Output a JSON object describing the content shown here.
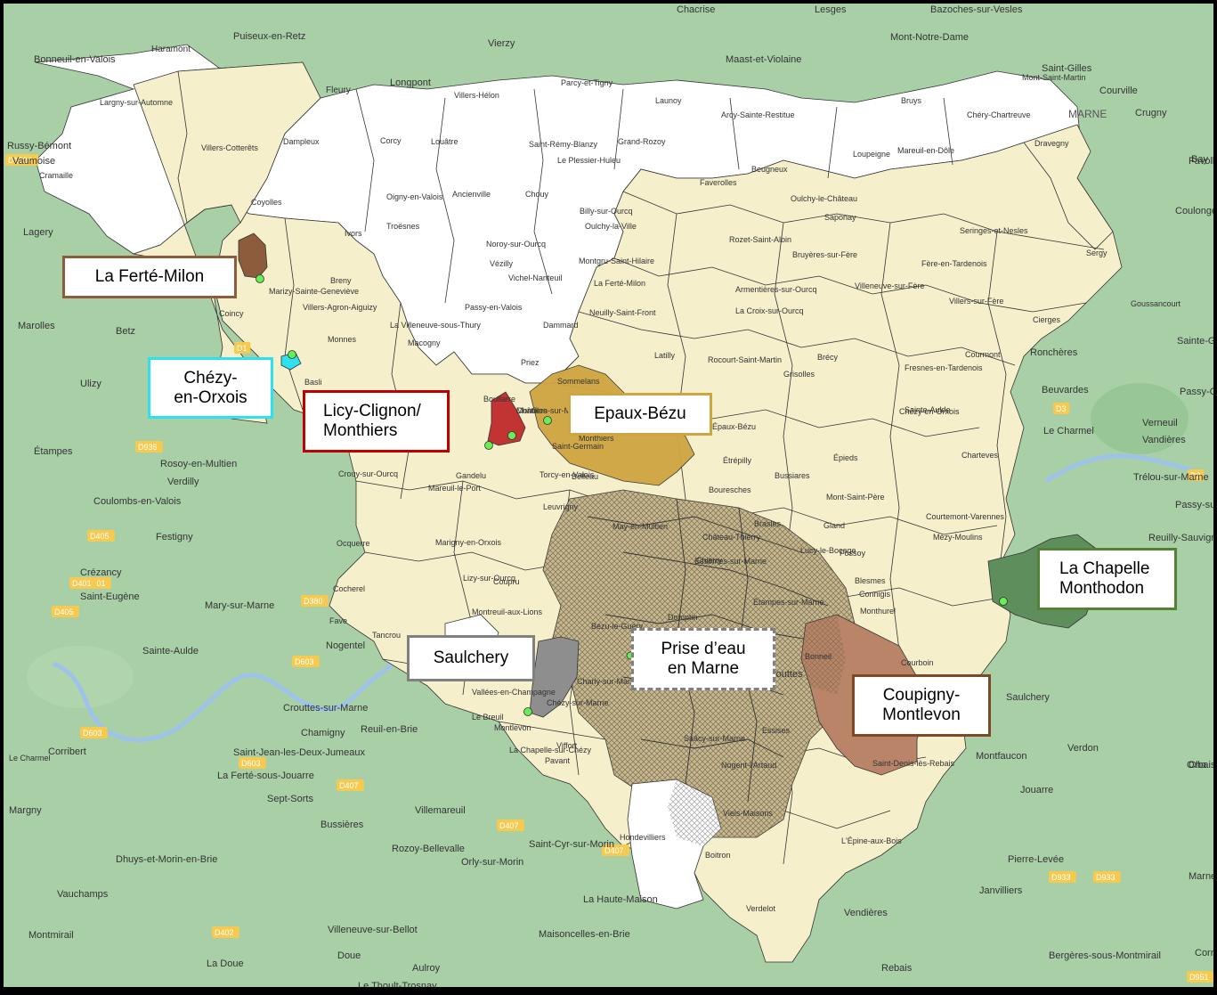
{
  "colors": {
    "background": "#a9cfa7",
    "water": "#9fc3e8",
    "outside_commune": "#ffffff",
    "study_area": "#f5efcb",
    "commune_border": "#333333",
    "hatch_zone": "#b9ab8a",
    "la_ferte_milon": "#8d5c3c",
    "chezy": "#2de2ee",
    "licy": "#c23434",
    "epaux": "#cfa542",
    "saulchery": "#8e8e8e",
    "coupigny": "#b98468",
    "la_chapelle": "#5e8e5b",
    "well": "#66ee55",
    "road_label_bg": "#f6c94f"
  },
  "callouts": [
    {
      "name": "callout-la-ferte-milon",
      "lines": [
        "La Ferté-Milon"
      ],
      "border": "#8d5c3c",
      "style": "solid"
    },
    {
      "name": "callout-chezy-en-orxois",
      "lines": [
        "Chézy-",
        "en-Orxois"
      ],
      "border": "#2de2ee",
      "style": "solid"
    },
    {
      "name": "callout-licy-clignon",
      "lines": [
        "Licy-Clignon/",
        "Monthiers"
      ],
      "border": "#c00000",
      "style": "solid"
    },
    {
      "name": "callout-epaux-bezu",
      "lines": [
        "Epaux-Bézu"
      ],
      "border": "#cfa542",
      "style": "solid"
    },
    {
      "name": "callout-saulchery",
      "lines": [
        "Saulchery"
      ],
      "border": "#808080",
      "style": "solid"
    },
    {
      "name": "callout-prise-deau",
      "lines": [
        "Prise d’eau",
        "en Marne"
      ],
      "border": "#808080",
      "style": "dashed"
    },
    {
      "name": "callout-coupigny",
      "lines": [
        "Coupigny-",
        "Montlevon"
      ],
      "border": "#7b4a26",
      "style": "solid"
    },
    {
      "name": "callout-la-chapelle",
      "lines": [
        "La Chapelle",
        "Monthodon"
      ],
      "border": "#548235",
      "style": "solid"
    }
  ],
  "labels": [
    "Chacrise",
    "Lesges",
    "Bazoches-sur-Vesles",
    "Mont-Notre-Dame",
    "Puiseux-en-Retz",
    "Vierzy",
    "Bonneuil-en-Valois",
    "Haramont",
    "Maast-et-Violaine",
    "Saint-Gilles",
    "Mont-Saint-Martin",
    "Courville",
    "Crugny",
    "Largny-sur-Automne",
    "Fleury",
    "Longpont",
    "Villers-Hélon",
    "Parcy-et-Tigny",
    "Launoy",
    "Arcy-Sainte-Restitue",
    "Bruys",
    "Chéry-Chartreuve",
    "Dravegny",
    "MARNE",
    "Russy-Bémont",
    "Vaumoise",
    "Villers-Cotterêts",
    "Dampleux",
    "Corcy",
    "Louâtre",
    "Saint-Rémy-Blanzy",
    "Grand-Rozoy",
    "Le Plessier-Huleu",
    "Loupeigne",
    "Mareuil-en-Dôle",
    "Favolles",
    "Faverolles",
    "Beugneux",
    "Cramaille",
    "Coyolles",
    "Oigny-en-Valois",
    "Ancienville",
    "Chouy",
    "Billy-sur-Ourcq",
    "Oulchy-la-Ville",
    "Oulchy-le-Château",
    "Saponay",
    "Seringes-et-Nesles",
    "Coulonges-Cohan",
    "Lagery",
    "Ivors",
    "Troësnes",
    "Noroy-sur-Ourcq",
    "Rozet-Saint-Albin",
    "Bruyères-sur-Fère",
    "Fère-en-Tardenois",
    "Sergy",
    "Vézilly",
    "Vichel-Nanteuil",
    "Montgru-Saint-Hilaire",
    "Breny",
    "Marizy-Sainte-Geneviève",
    "La Ferté-Milon",
    "Armentières-sur-Ourcq",
    "Villeneuve-sur-Fère",
    "Villers-sur-Fère",
    "Cierges",
    "Goussancourt",
    "Villers-Agron-Aiguizy",
    "Passy-en-Valois",
    "Neuilly-Saint-Front",
    "La Croix-sur-Ourcq",
    "Coincy",
    "Marolles",
    "Betz",
    "La Villeneuve-sous-Thury",
    "Macogny",
    "Monnes",
    "Dammard",
    "Latilly",
    "Rocourt-Saint-Martin",
    "Brécy",
    "Fresnes-en-Tardenois",
    "Courmont",
    "Ronchères",
    "Sainte-Gemme",
    "Ulizy",
    "Boullarre",
    "Priez",
    "Sommelans",
    "Bonnesvalyn",
    "Grisolles",
    "Beuvardes",
    "Passy-Grigny",
    "Basli",
    "Chézy-en-Orxois",
    "Le Charmel",
    "Verneuil",
    "Vandières",
    "Châtillon-sur-Marne",
    "Montiers",
    "Monthiers",
    "Épaux-Bézu",
    "Saint-Germain",
    "Étampes",
    "Rosoy-en-Multien",
    "Crouy-sur-Ourcq",
    "Gandelu",
    "Torcy-en-Valois",
    "Belleau",
    "Étrépilly",
    "Épieds",
    "Charteves",
    "Trélou-sur-Marne",
    "Mareuil-le-Port",
    "Bussiares",
    "Mont-Saint-Père",
    "Courtemont-Varennes",
    "Passy-sur-Marne",
    "Leuvrigny",
    "Bouresches",
    "Verdilly",
    "Coulombs-en-Valois",
    "May-en-Multien",
    "Château-Thierry",
    "Brasles",
    "Gland",
    "Mézy-Moulins",
    "Reuilly-Sauvigny",
    "Festigny",
    "Ocquerre",
    "Marigny-en-Orxois",
    "Lucy-le-Bocage",
    "Fossoy",
    "Crézancy",
    "Lizy-sur-Ourcq",
    "Coupru",
    "Essômes-sur-Marne",
    "Chierry",
    "Étampes-sur-Marne",
    "Blesmes",
    "Connigis",
    "Monthurel",
    "Saint-Eugène",
    "Mary-sur-Marne",
    "Cocherel",
    "Montreuil-aux-Lions",
    "Domptin",
    "Nogentel",
    "Sainte-Aulde",
    "Tancrou",
    "Bézu-le-Guéry",
    "Bonneil",
    "Courboin",
    "Vallées-en-Champagne",
    "Charly-sur-Marne",
    "Chézy-sur-Marne",
    "Saulchery",
    "Le Breuil",
    "Crouttes-sur-Marne",
    "Chamigny",
    "Reuil-en-Brie",
    "Saâcy-sur-Marne",
    "Essises",
    "Viffort",
    "La Chapelle-sur-Chézy",
    "Pavant",
    "Nogent-l'Artaud",
    "Montfaucon",
    "Verdon",
    "Orbais-l'Abbaye",
    "Corribert",
    "Saint-Jean-les-Deux-Jumeaux",
    "La Ferté-sous-Jouarre",
    "Sept-Sorts",
    "Jouarre",
    "Margny",
    "Villemareuil",
    "Bussières",
    "Saint-Cyr-sur-Morin",
    "Hondevilliers",
    "Viels-Maisons",
    "Rozoy-Bellevalle",
    "Orly-sur-Morin",
    "Boitron",
    "L'Épine-aux-Bois",
    "Dhuys-et-Morin-en-Brie",
    "Pierre-Levée",
    "Janvilliers",
    "Vauchamps",
    "La Haute-Maison",
    "Verdelot",
    "Vendières",
    "Montmirail",
    "Maisoncelles-en-Brie",
    "Villeneuve-sur-Bellot",
    "Doue",
    "La Doue",
    "Aulroy",
    "Rebais",
    "Bergères-sous-Montmirail",
    "Le Thoult-Trosnay",
    "Saint-Denis-lès-Rebais",
    "Montlevon",
    "Crouttes",
    "Marne",
    "Cha",
    "Corri",
    "Bay",
    "Fave",
    "Sainte-Aulde",
    "Le Charmel"
  ],
  "roads": [
    "D936",
    "D405",
    "D401",
    "D401",
    "D405",
    "D603",
    "D603",
    "D603",
    "D407",
    "D407",
    "D407",
    "D402",
    "D951",
    "D933",
    "D933",
    "D3",
    "D1",
    "D380",
    "D1324",
    "D3"
  ]
}
